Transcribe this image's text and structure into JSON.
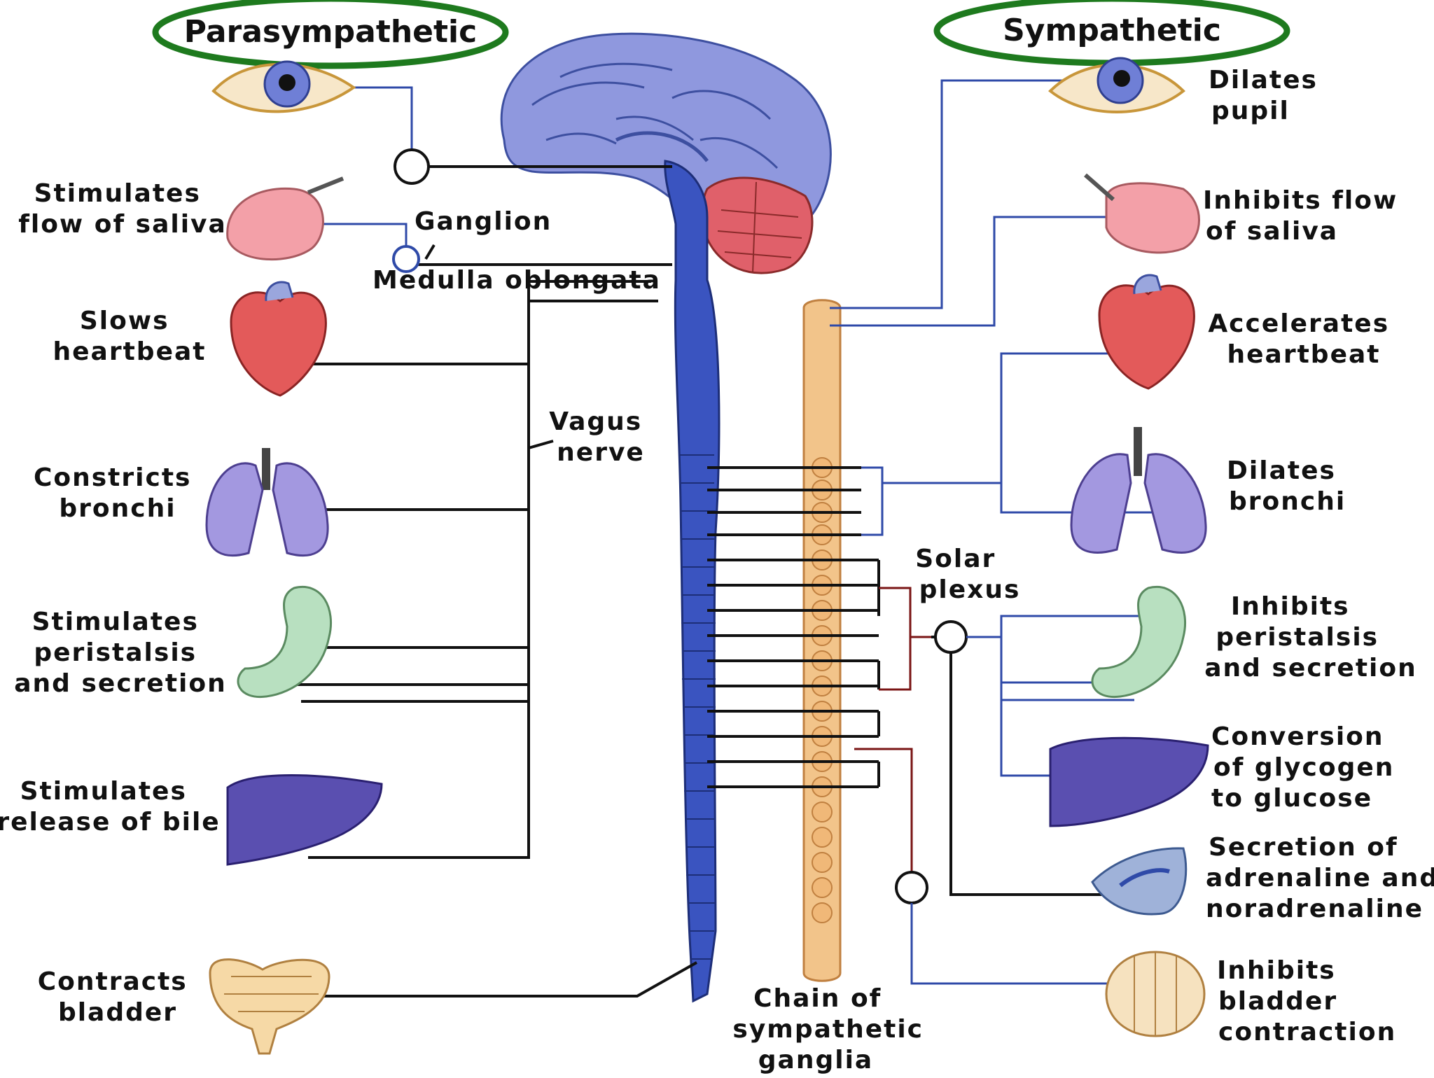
{
  "headings": {
    "left": "Parasympathetic",
    "right": "Sympathetic"
  },
  "labels": {
    "ganglion": "Ganglion",
    "medulla": "Medulla oblongata",
    "vagus": [
      "Vagus",
      "nerve"
    ],
    "solar": [
      "Solar",
      "plexus"
    ],
    "chain": [
      "Chain of",
      "sympathetic",
      "ganglia"
    ]
  },
  "parasympathetic_effects": [
    {
      "organ": "eye",
      "lines": []
    },
    {
      "organ": "salivary-gland",
      "lines": [
        "Stimulates",
        "flow of saliva"
      ]
    },
    {
      "organ": "heart",
      "lines": [
        "Slows",
        "heartbeat"
      ]
    },
    {
      "organ": "lungs",
      "lines": [
        "Constricts",
        "bronchi"
      ]
    },
    {
      "organ": "stomach",
      "lines": [
        "Stimulates",
        "peristalsis",
        "and secretion"
      ]
    },
    {
      "organ": "liver",
      "lines": [
        "Stimulates",
        "release of bile"
      ]
    },
    {
      "organ": "bladder",
      "lines": [
        "Contracts",
        "bladder"
      ]
    }
  ],
  "sympathetic_effects": [
    {
      "organ": "eye",
      "lines": [
        "Dilates",
        "pupil"
      ]
    },
    {
      "organ": "salivary-gland",
      "lines": [
        "Inhibits flow",
        "of saliva"
      ]
    },
    {
      "organ": "heart",
      "lines": [
        "Accelerates",
        "heartbeat"
      ]
    },
    {
      "organ": "lungs",
      "lines": [
        "Dilates",
        "bronchi"
      ]
    },
    {
      "organ": "stomach",
      "lines": [
        "Inhibits",
        "peristalsis",
        "and secretion"
      ]
    },
    {
      "organ": "liver",
      "lines": [
        "Conversion",
        "of glycogen",
        "to glucose"
      ]
    },
    {
      "organ": "adrenal-gland",
      "lines": [
        "Secretion of",
        "adrenaline and",
        "noradrenaline"
      ]
    },
    {
      "organ": "bladder",
      "lines": [
        "Inhibits",
        "bladder",
        "contraction"
      ]
    }
  ],
  "colors": {
    "highlight_ring": "#1e7a1e",
    "brain": "#8f98de",
    "cerebellum": "#e0606a",
    "spinal_cord": "#3a54c0",
    "sympathetic_chain": "#f2c48a",
    "nerve_line": "#111111",
    "sympathetic_line": "#2f4aa8"
  }
}
